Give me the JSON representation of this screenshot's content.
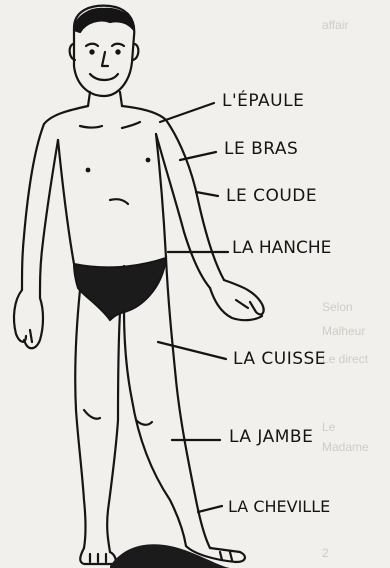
{
  "labels": {
    "shoulder": "L'ÉPAULE",
    "arm": "LE BRAS",
    "elbow": "LE COUDE",
    "hip": "LA HANCHE",
    "thigh": "LA CUISSE",
    "leg": "LA JAMBE",
    "ankle": "LA CHEVILLE"
  },
  "background_text": [
    "affair",
    "Selon",
    "Malheur",
    "Le direct",
    "Le",
    "Madame",
    "2"
  ],
  "colors": {
    "background": "#f1f0ec",
    "ink": "#151515",
    "briefs": "#1b1b1b",
    "ghost_text": "#cfccc5"
  }
}
